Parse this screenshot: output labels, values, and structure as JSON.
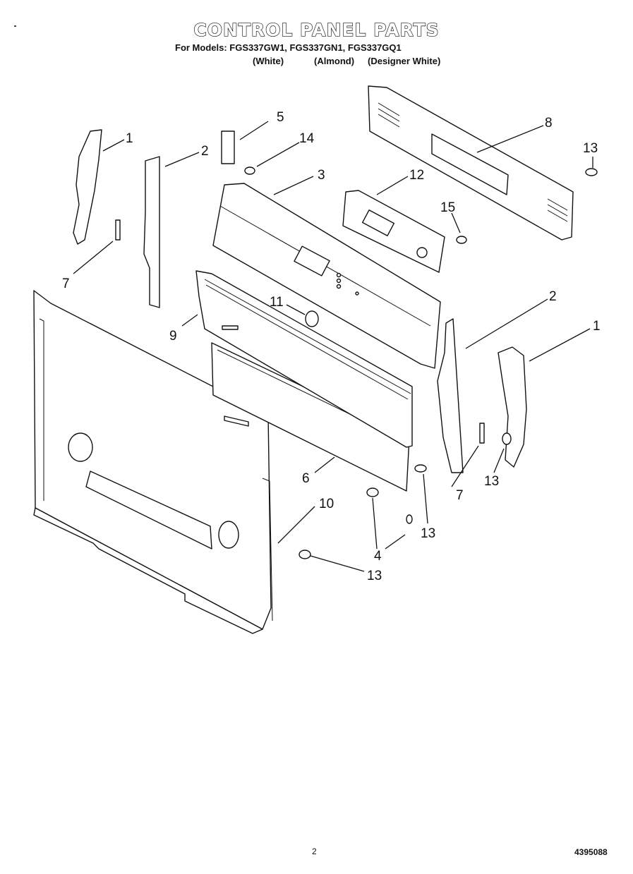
{
  "header": {
    "title": "CONTROL PANEL PARTS",
    "models_line": "For Models: FGS337GW1, FGS337GN1, FGS337GQ1",
    "color_white": "(White)",
    "color_almond": "(Almond)",
    "color_designer": "(Designer White)"
  },
  "callouts": {
    "c1_left": "1",
    "c2_left": "2",
    "c3": "3",
    "c4": "4",
    "c5": "5",
    "c6": "6",
    "c7_left": "7",
    "c7_right": "7",
    "c8": "8",
    "c9": "9",
    "c10": "10",
    "c11": "11",
    "c12": "12",
    "c13_top": "13",
    "c13_right": "13",
    "c13_mid": "13",
    "c13_bottom": "13",
    "c14": "14",
    "c15": "15",
    "c2_right": "2",
    "c1_right": "1"
  },
  "footer": {
    "page_number": "2",
    "document_number": "4395088"
  }
}
